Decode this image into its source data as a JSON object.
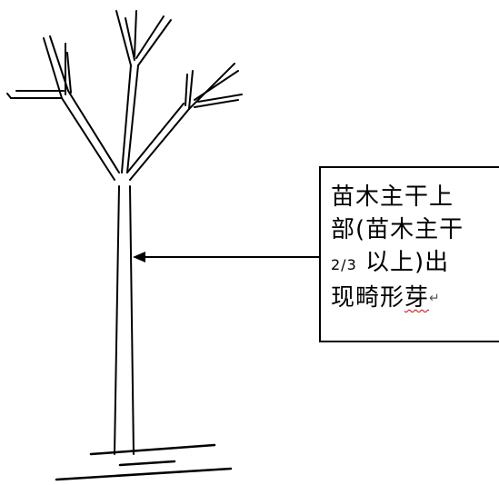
{
  "callout": {
    "line1": "苗木主干上",
    "line2": "部(苗木主干",
    "line3_fraction": "2/3",
    "line3_rest": " 以上)出",
    "line4_main": "现畸形",
    "line4_squiggled": "芽",
    "return_mark": "↵"
  },
  "colors": {
    "ink": "#000000",
    "background": "#ffffff",
    "spellcheck": "#d40000"
  },
  "icons": {
    "arrow": "arrowhead-left-icon"
  }
}
